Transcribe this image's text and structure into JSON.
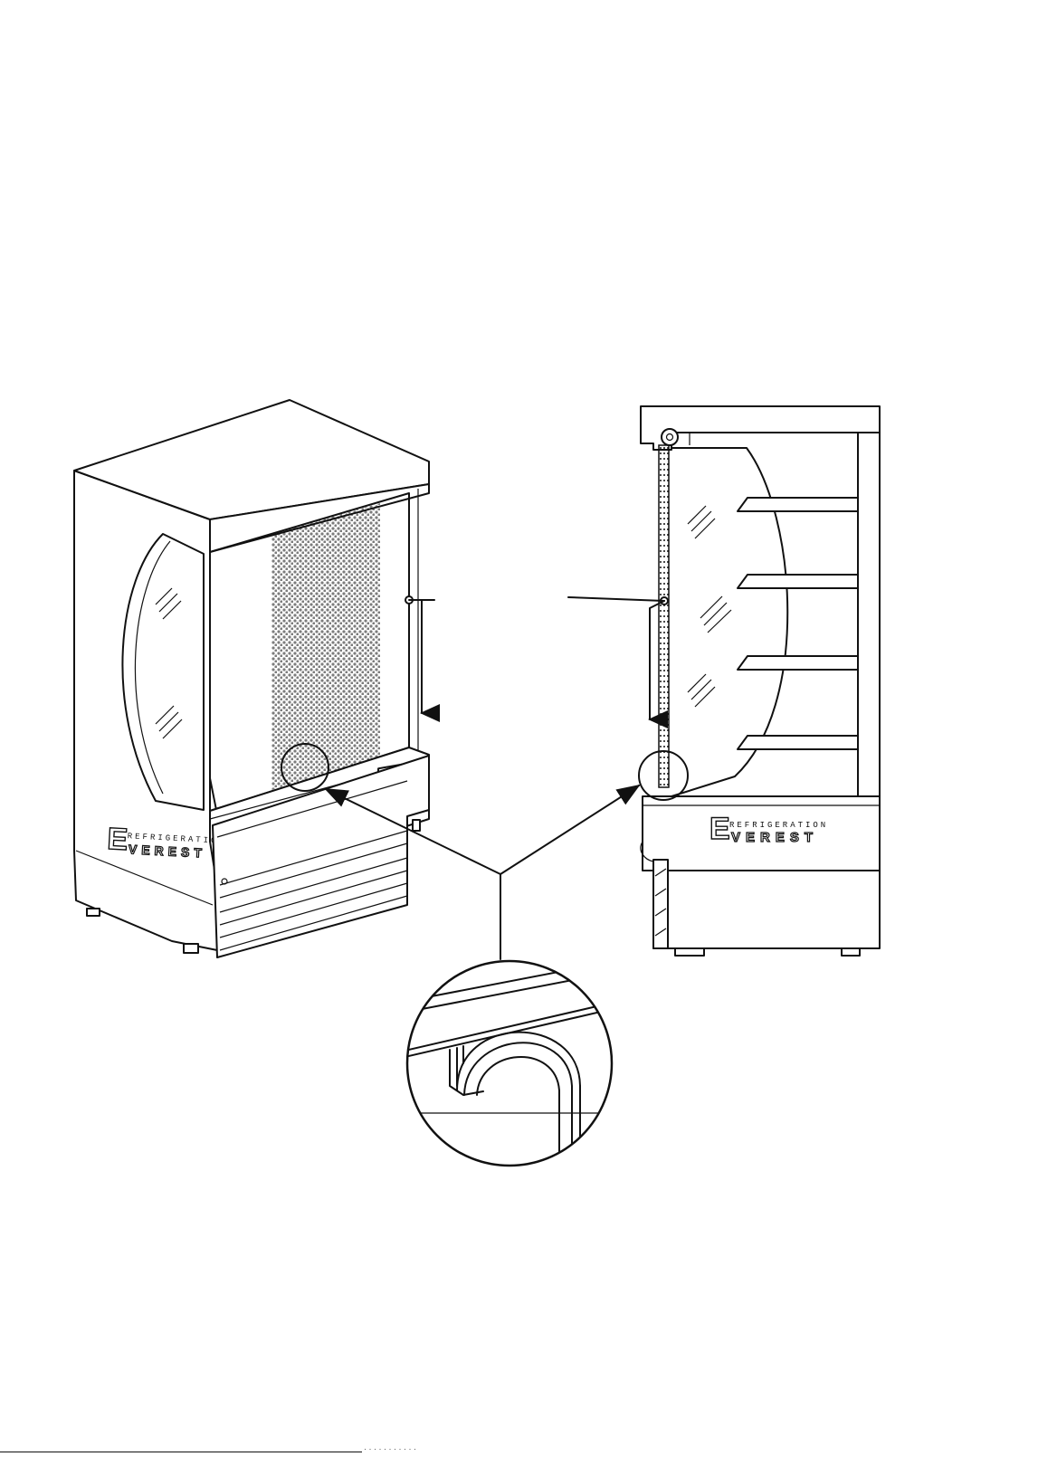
{
  "brand": {
    "initial": "E",
    "top_word": "REFRIGERATION",
    "bottom_word": "VEREST"
  },
  "footer": {
    "text": "· · · · ·   · · · · · ·"
  },
  "colors": {
    "line": "#111111",
    "background": "#ffffff"
  }
}
